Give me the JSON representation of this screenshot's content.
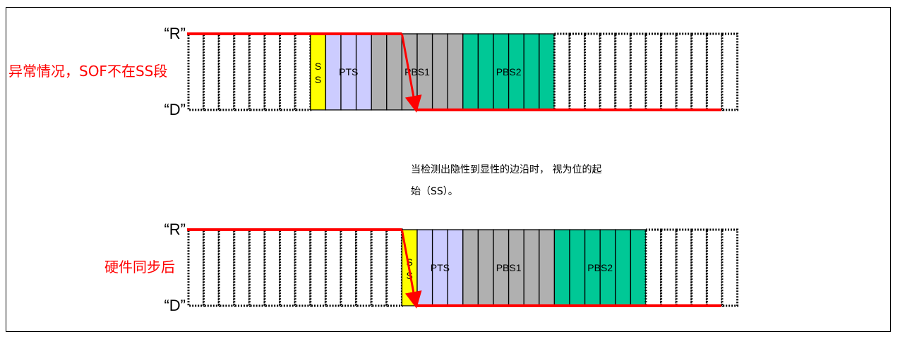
{
  "colors": {
    "SS": "#ffff00",
    "PTS": "#ccccff",
    "PBS1": "#b0b0b0",
    "PBS2": "#00c896",
    "signal": "#ff0000",
    "label": "#ff0000"
  },
  "level_labels": {
    "recessive": "“R”",
    "dominant": "“D”"
  },
  "diagrams": [
    {
      "caption": "异常情况，SOF不在SS段",
      "segments": [
        {
          "type": "idle",
          "cells": 8,
          "label": ""
        },
        {
          "type": "SS",
          "cells": 1,
          "label": "S S"
        },
        {
          "type": "PTS",
          "cells": 3,
          "label": "PTS"
        },
        {
          "type": "PBS1",
          "cells": 6,
          "label": "PBS1"
        },
        {
          "type": "PBS2",
          "cells": 6,
          "label": "PBS2"
        },
        {
          "type": "idle",
          "cells": 12,
          "label": ""
        }
      ],
      "edge_at_cell": 14
    },
    {
      "caption": "硬件同步后",
      "segments": [
        {
          "type": "idle",
          "cells": 14,
          "label": ""
        },
        {
          "type": "SS",
          "cells": 1,
          "label": "S S"
        },
        {
          "type": "PTS",
          "cells": 3,
          "label": "PTS"
        },
        {
          "type": "PBS1",
          "cells": 6,
          "label": "PBS1"
        },
        {
          "type": "PBS2",
          "cells": 6,
          "label": "PBS2"
        },
        {
          "type": "idle",
          "cells": 6,
          "label": ""
        }
      ],
      "edge_at_cell": 14
    }
  ],
  "note": {
    "line1": "当检测出隐性到显性的边沿时， 视为位的起",
    "line2": "始（SS）。"
  }
}
